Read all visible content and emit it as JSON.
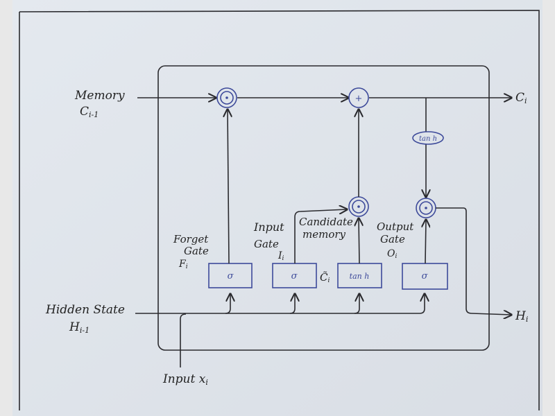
{
  "labels": {
    "memory": "Memory",
    "memory_prev": "C",
    "memory_prev_sub": "i-1",
    "memory_out": "C",
    "memory_out_sub": "i",
    "hidden": "Hidden State",
    "hidden_prev": "H",
    "hidden_prev_sub": "i-1",
    "hidden_out": "H",
    "hidden_out_sub": "i",
    "input": "Input x",
    "input_sub": "i",
    "forget_gate_1": "Forget",
    "forget_gate_2": "Gate",
    "forget_sym": "F",
    "forget_sym_sub": "i",
    "input_gate_1": "Input",
    "input_gate_2": "Gate",
    "input_sym": "I",
    "input_sym_sub": "i",
    "candidate_1": "Candidate",
    "candidate_2": "memory",
    "candidate_sym": "C̃",
    "candidate_sym_sub": "i",
    "output_gate_1": "Output",
    "output_gate_2": "Gate",
    "output_sym": "O",
    "output_sym_sub": "i"
  },
  "ops": {
    "multiply": "⊙",
    "add": "+",
    "tanh": "tan h",
    "sigma": "σ"
  },
  "colors": {
    "paper": "#dfe4ea",
    "ink": "#2a2a2e",
    "blue": "#3d4a9a"
  }
}
